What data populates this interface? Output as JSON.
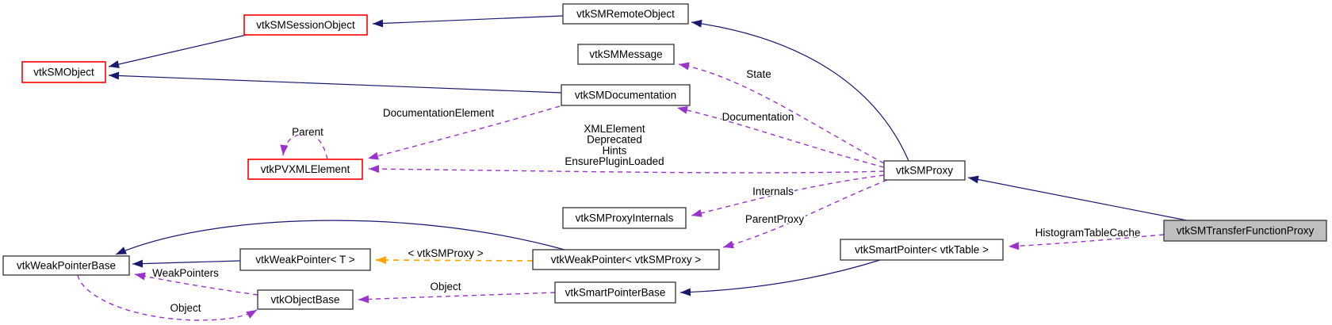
{
  "diagram": {
    "type": "collaboration-graph",
    "colors": {
      "background": "#ffffff",
      "edge_inheritance": "#191970",
      "edge_usage": "#9a32cd",
      "edge_template": "#ffa500",
      "node_border": "#404040",
      "node_border_ref": "#ff0000",
      "node_fill": "#ffffff",
      "focus_fill": "#bfbfbf",
      "text": "#000000"
    },
    "nodes": [
      {
        "label": "vtkSMObject",
        "variant": "external-ref"
      },
      {
        "label": "vtkSMSessionObject",
        "variant": "external-ref"
      },
      {
        "label": "vtkSMRemoteObject",
        "variant": "default"
      },
      {
        "label": "vtkSMMessage",
        "variant": "default"
      },
      {
        "label": "vtkSMDocumentation",
        "variant": "default"
      },
      {
        "label": "vtkPVXMLElement",
        "variant": "external-ref"
      },
      {
        "label": "vtkSMProxy",
        "variant": "default"
      },
      {
        "label": "vtkSMProxyInternals",
        "variant": "default"
      },
      {
        "label": "vtkWeakPointer< T >",
        "variant": "default"
      },
      {
        "label": "vtkWeakPointer< vtkSMProxy >",
        "variant": "default"
      },
      {
        "label": "vtkWeakPointerBase",
        "variant": "default"
      },
      {
        "label": "vtkObjectBase",
        "variant": "default"
      },
      {
        "label": "vtkSmartPointerBase",
        "variant": "default"
      },
      {
        "label": "vtkSmartPointer< vtkTable >",
        "variant": "default"
      },
      {
        "label": "vtkSMTransferFunctionProxy",
        "variant": "focus"
      }
    ],
    "edges": [
      {
        "from": "vtkSMRemoteObject",
        "to": "vtkSMSessionObject",
        "kind": "inheritance",
        "label": ""
      },
      {
        "from": "vtkSMSessionObject",
        "to": "vtkSMObject",
        "kind": "inheritance",
        "label": ""
      },
      {
        "from": "vtkSMDocumentation",
        "to": "vtkSMObject",
        "kind": "inheritance",
        "label": ""
      },
      {
        "from": "vtkSMProxy",
        "to": "vtkSMRemoteObject",
        "kind": "inheritance",
        "label": ""
      },
      {
        "from": "vtkSMTransferFunctionProxy",
        "to": "vtkSMProxy",
        "kind": "inheritance",
        "label": ""
      },
      {
        "from": "vtkWeakPointer< T >",
        "to": "vtkWeakPointerBase",
        "kind": "inheritance",
        "label": ""
      },
      {
        "from": "vtkWeakPointer< vtkSMProxy >",
        "to": "vtkWeakPointerBase",
        "kind": "inheritance",
        "label": ""
      },
      {
        "from": "vtkSmartPointer< vtkTable >",
        "to": "vtkSmartPointerBase",
        "kind": "inheritance",
        "label": ""
      },
      {
        "from": "vtkSMProxy",
        "to": "vtkSMMessage",
        "kind": "usage",
        "label": "State"
      },
      {
        "from": "vtkSMProxy",
        "to": "vtkSMDocumentation",
        "kind": "usage",
        "label": "Documentation"
      },
      {
        "from": "vtkSMDocumentation",
        "to": "vtkPVXMLElement",
        "kind": "usage",
        "label": "DocumentationElement"
      },
      {
        "from": "vtkSMProxy",
        "to": "vtkPVXMLElement",
        "kind": "usage",
        "label": "XMLElement\nDeprecated\nHints\nEnsurePluginLoaded"
      },
      {
        "from": "vtkPVXMLElement",
        "to": "vtkPVXMLElement",
        "kind": "usage",
        "label": "Parent"
      },
      {
        "from": "vtkSMProxy",
        "to": "vtkSMProxyInternals",
        "kind": "usage",
        "label": "Internals"
      },
      {
        "from": "vtkSMProxy",
        "to": "vtkWeakPointer< vtkSMProxy >",
        "kind": "usage",
        "label": "ParentProxy"
      },
      {
        "from": "vtkWeakPointer< vtkSMProxy >",
        "to": "vtkWeakPointer< T >",
        "kind": "template",
        "label": "< vtkSMProxy >"
      },
      {
        "from": "vtkSMTransferFunctionProxy",
        "to": "vtkSmartPointer< vtkTable >",
        "kind": "usage",
        "label": "HistogramTableCache"
      },
      {
        "from": "vtkSmartPointerBase",
        "to": "vtkObjectBase",
        "kind": "usage",
        "label": "Object"
      },
      {
        "from": "vtkObjectBase",
        "to": "vtkWeakPointerBase",
        "kind": "usage",
        "label": "WeakPointers"
      },
      {
        "from": "vtkWeakPointerBase",
        "to": "vtkObjectBase",
        "kind": "usage",
        "label": "Object"
      }
    ]
  }
}
